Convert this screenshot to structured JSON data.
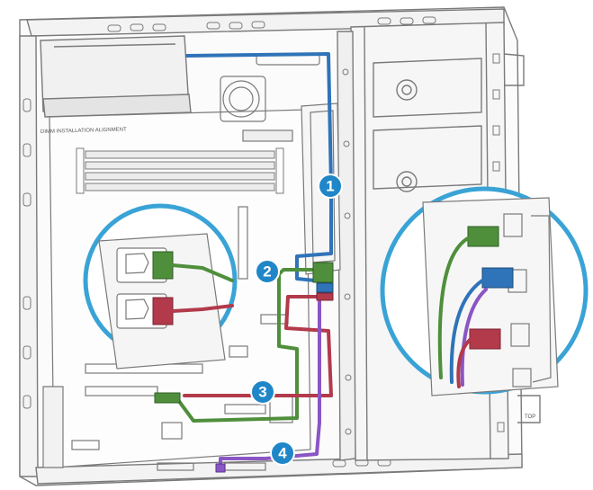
{
  "diagram": {
    "labels": {
      "alignment_text": "DIMM INSTALLATION ALIGNMENT",
      "side_tag": "TOP"
    },
    "callouts": [
      {
        "number": "1",
        "cable": "blue"
      },
      {
        "number": "2",
        "cable": "green"
      },
      {
        "number": "3",
        "cable": "red"
      },
      {
        "number": "4",
        "cable": "purple"
      }
    ],
    "colors": {
      "blue_cable": "#2f73b8",
      "green_cable": "#4f8f3c",
      "red_cable": "#b23a4b",
      "purple_cable": "#8a55c4",
      "callout_fill": "#1f86c8",
      "magnifier_ring": "#3aa3d6",
      "chassis_line": "#7a7a7a"
    }
  }
}
